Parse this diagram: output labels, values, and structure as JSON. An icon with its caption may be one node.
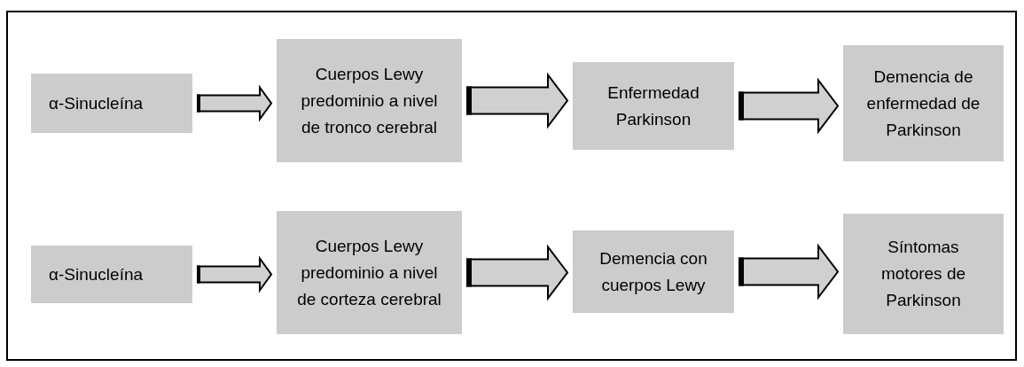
{
  "diagram": {
    "nodes": [
      {
        "text": [
          "α-Sinucleína"
        ]
      },
      {
        "text": [
          "Cuerpos Lewy predominio a nivel de tronco cerebral"
        ]
      },
      {
        "text": [
          "Enfermedad Parkinson"
        ]
      },
      {
        "text": [
          "Demencia de enfermedad de Parkinson"
        ]
      },
      {
        "text": [
          "α-Sinucleína"
        ]
      },
      {
        "text": [
          "Cuerpos Lewy predominio a nivel de corteza cerebral"
        ]
      },
      {
        "text": [
          "Demencia con cuerpos Lewy"
        ]
      },
      {
        "text": [
          "Síntomas motores de Parkinson"
        ]
      }
    ],
    "edges": [
      {
        "from": 0,
        "to": 1,
        "arrow": "to"
      },
      {
        "from": 1,
        "to": 2,
        "arrow": "to"
      },
      {
        "from": 2,
        "to": 3,
        "arrow": "to"
      },
      {
        "from": 4,
        "to": 5,
        "arrow": "to"
      },
      {
        "from": 5,
        "to": 6,
        "arrow": "to"
      },
      {
        "from": 6,
        "to": 7,
        "arrow": "to"
      }
    ]
  }
}
